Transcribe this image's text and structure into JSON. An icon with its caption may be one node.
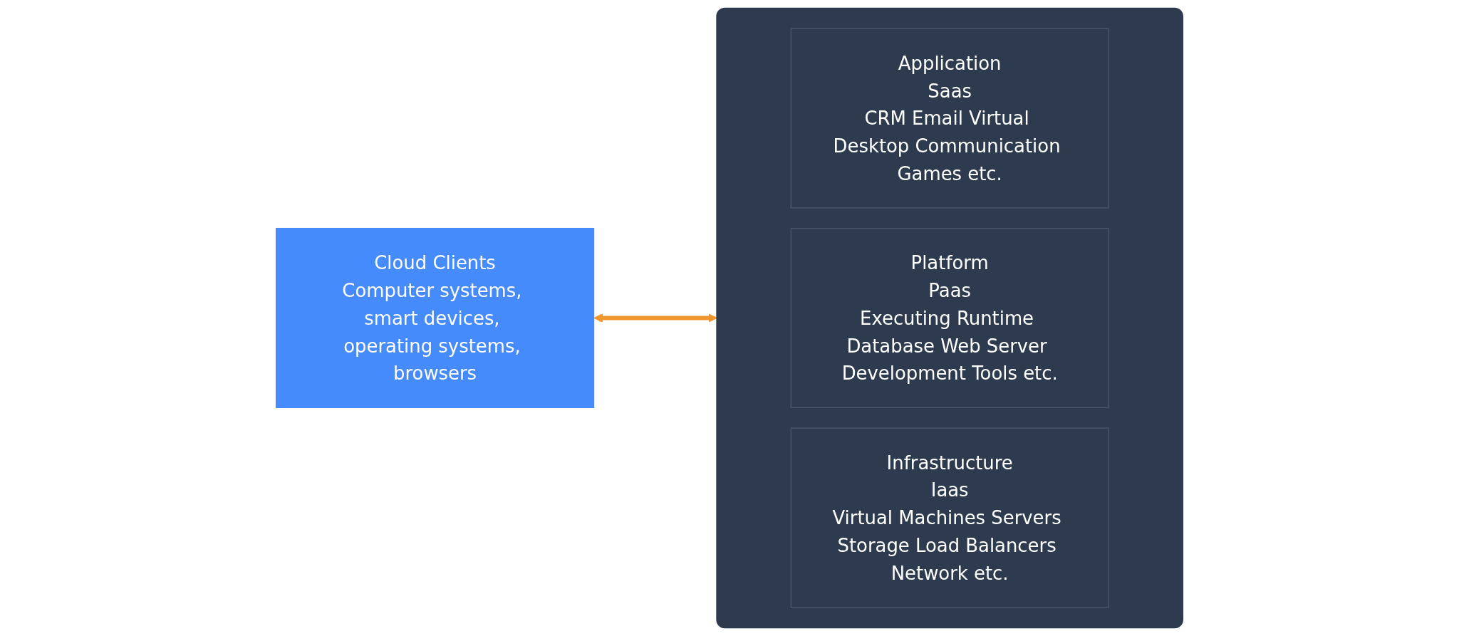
{
  "diagram": {
    "nodes": [
      {
        "text": [
          "Cloud Clients",
          "Computer systems, smart devices, operating systems, browsers"
        ]
      },
      {
        "text": [],
        "shape": "box"
      },
      {
        "text": [
          "Application",
          "Saas",
          "CRM Email Virtual Desktop Communication Games etc."
        ],
        "in": 1
      },
      {
        "text": [
          "Platform",
          "Paas",
          "Executing Runtime Database Web Server Development Tools etc."
        ],
        "in": 1
      },
      {
        "text": [
          "Infrastructure",
          "Iaas",
          "Virtual Machines Servers Storage Load Balancers Network etc."
        ],
        "in": 1
      }
    ],
    "edges": [
      {
        "from": 0,
        "to": 1,
        "arrow": "both",
        "color": "#f0962f"
      }
    ]
  }
}
